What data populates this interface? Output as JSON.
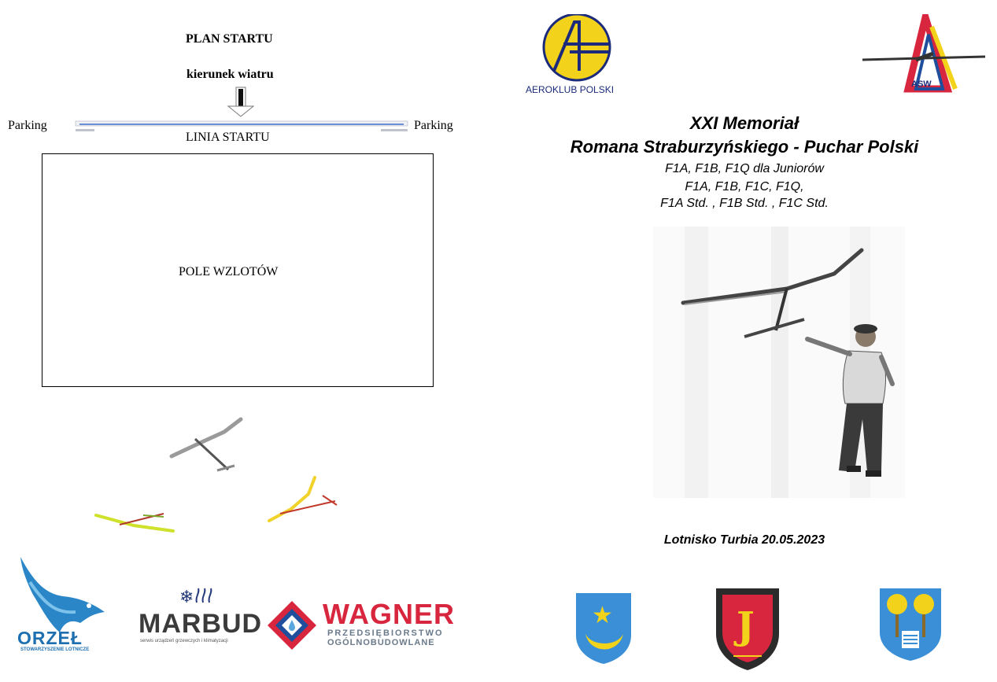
{
  "left_page": {
    "plan_title": "PLAN STARTU",
    "wind_label": "kierunek wiatru",
    "parking_left": "Parking",
    "parking_right": "Parking",
    "start_line_label": "LINIA STARTU",
    "field_label": "POLE WZLOTÓW"
  },
  "right_page": {
    "title_line_1": "XXI Memoriał",
    "title_line_2": "Romana Straburzyńskiego - Puchar Polski",
    "classes": [
      "F1A, F1B,  F1Q dla Juniorów",
      "F1A, F1B, F1C, F1Q,",
      "F1A Std.  , F1B Std. , F1C Std."
    ],
    "venue_date": "Lotnisko Turbia 20.05.2023"
  },
  "logos": {
    "aeroklub": "AEROKLUB POLSKI",
    "asw": "ASW",
    "orzel_name": "ORZEŁ",
    "orzel_sub": "STOWARZYSZENIE LOTNICZE",
    "marbud_name": "MARBUD",
    "marbud_sub": "serwis urządzeń grzewczych i klimatyzacji",
    "wagner_name": "WAGNER",
    "wagner_sub_1": "PRZEDSIĘBIORSTWO",
    "wagner_sub_2": "OGÓLNOBUDOWLANE"
  },
  "colors": {
    "aeroklub_yellow": "#f2d21a",
    "aeroklub_blue": "#1b2a7a",
    "orzel_blue": "#1e6fb0",
    "wagner_red": "#d7263d",
    "wagner_blue": "#1f4f9c",
    "start_line_blue": "#3f6fc6"
  },
  "icons": [
    "wind-arrow-icon",
    "aeroklub-polski-logo",
    "asw-logo",
    "orzel-logo",
    "marbud-logo",
    "wagner-logo",
    "tarnobrzeg-coat-of-arms",
    "club-crest",
    "municipal-coat-of-arms"
  ]
}
